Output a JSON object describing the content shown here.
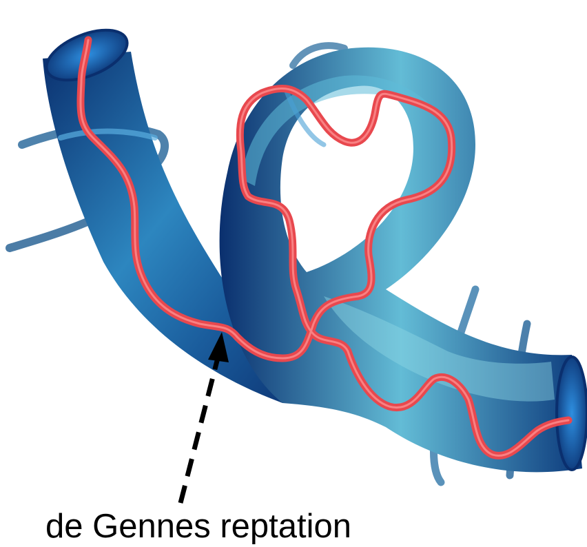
{
  "caption": "de Gennes reptation",
  "colors": {
    "tube_dark": "#0a2f6e",
    "tube_mid": "#1f6fb0",
    "tube_light": "#7fd0e0",
    "chain": "#e8484e",
    "chain_highlight": "#ff9a9a",
    "arrow": "#000000",
    "background": "#ffffff"
  },
  "elements": {
    "tube": "confining tube",
    "chain": "polymer chain",
    "arrow": "dashed arrow",
    "helix": "neighbouring strands"
  }
}
